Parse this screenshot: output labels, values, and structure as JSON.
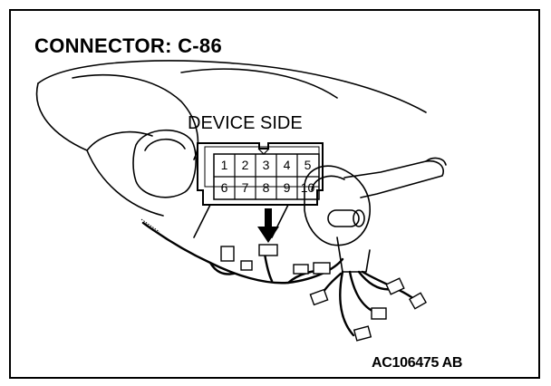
{
  "title": "CONNECTOR: C-86",
  "side_label": "DEVICE SIDE",
  "connector": {
    "top_row": [
      "1",
      "2",
      "3",
      "4",
      "5"
    ],
    "bottom_row": [
      "6",
      "7",
      "8",
      "9",
      "10"
    ],
    "highlighted_pin": "8"
  },
  "figure_code": "AC106475 AB"
}
